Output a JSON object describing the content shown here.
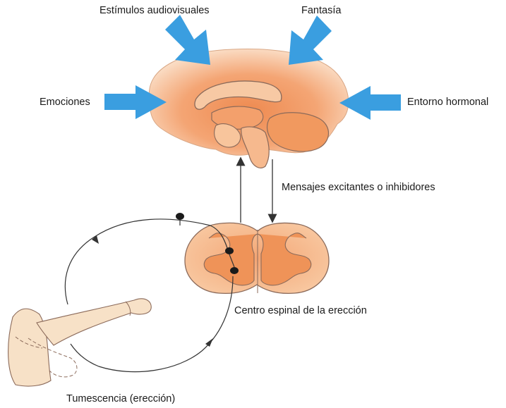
{
  "diagram": {
    "labels": {
      "audiovisual": "Estímulos audiovisuales",
      "fantasy": "Fantasía",
      "emotions": "Emociones",
      "hormonal": "Entorno hormonal",
      "messages": "Mensajes excitantes o inhibidores",
      "spinal_center": "Centro espinal de la erección",
      "tumescence": "Tumescencia (erección)"
    },
    "colors": {
      "arrow_blue": "#3a9ee0",
      "brain_light": "#f8d2b0",
      "brain_mid": "#f4a574",
      "brain_core": "#ee8a50",
      "outline": "#8b6a5a",
      "skin": "#f7e1c7"
    }
  }
}
